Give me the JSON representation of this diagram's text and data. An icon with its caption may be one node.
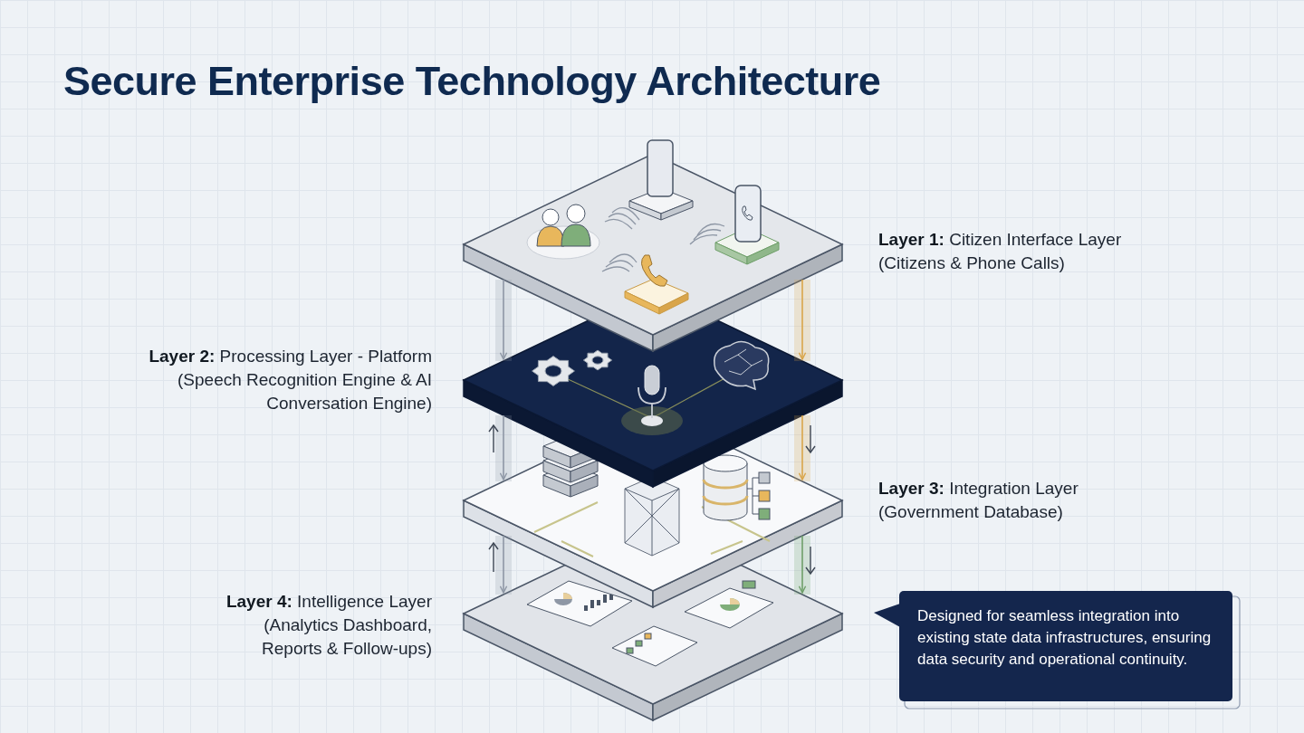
{
  "diagram": {
    "title": "Secure Enterprise Technology Architecture",
    "nodes": [
      {
        "text": [],
        "shape": "box",
        "beside": [
          "**Layer 1:** Citizen Interface Layer (Citizens & Phone Calls)"
        ]
      },
      {
        "text": [],
        "shape": "box",
        "beside": [
          "**Layer 2:** Processing Layer - Platform (Speech Recognition Engine & AI Conversation Engine)"
        ]
      },
      {
        "text": [],
        "shape": "box",
        "beside": [
          "**Layer 3:** Integration Layer (Government Database)"
        ]
      },
      {
        "text": [],
        "shape": "box",
        "beside": [
          "**Layer 4:** Intelligence Layer (Analytics Dashboard, Reports & Follow-ups)"
        ]
      },
      {
        "text": [
          "Designed for seamless integration into existing state data infrastructures, ensuring data security and operational continuity."
        ]
      }
    ],
    "edges": [
      {
        "from": 0,
        "to": 1,
        "arrow": "to"
      },
      {
        "from": 0,
        "to": 1,
        "arrow": "to",
        "color": "#d9a54a"
      },
      {
        "from": 1,
        "to": 2,
        "arrow": "to"
      },
      {
        "from": 1,
        "to": 2,
        "arrow": "to",
        "color": "#d9a54a"
      },
      {
        "from": 2,
        "to": 3,
        "arrow": "to"
      },
      {
        "from": 2,
        "to": 3,
        "arrow": "to",
        "color": "#6f9f6a"
      }
    ]
  }
}
